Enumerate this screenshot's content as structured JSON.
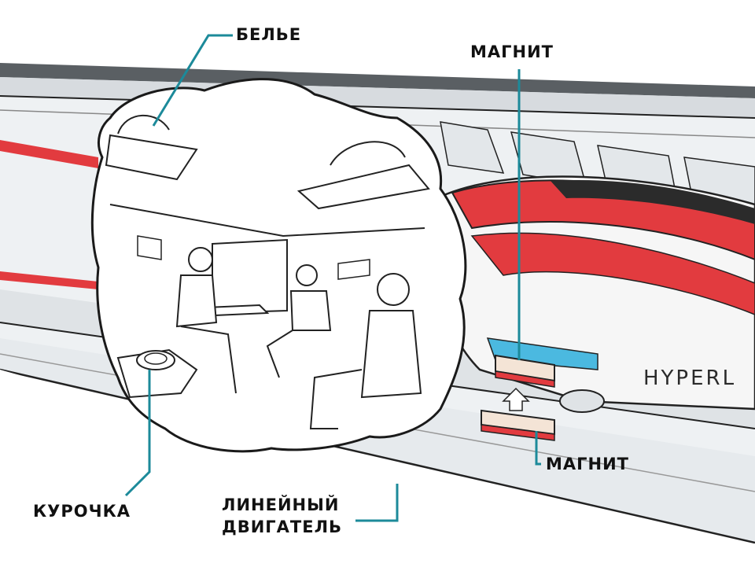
{
  "labels": {
    "linen": "БЕЛЬЕ",
    "magnet_top": "МАГНИТ",
    "magnet_bottom": "МАГНИТ",
    "chicken": "КУРОЧКА",
    "motor_line1": "ЛИНЕЙНЫЙ",
    "motor_line2": "ДВИГАТЕЛЬ"
  },
  "brand_text": "HYPERL",
  "colors": {
    "accent_red": "#e23b3f",
    "leader_teal": "#1c8a9a",
    "tube_gray": "#c9ced3",
    "tube_dark": "#5a5f63",
    "blue_strip": "#4bb9e0",
    "outline": "#222222"
  },
  "icons": [
    "up-arrow-icon"
  ]
}
